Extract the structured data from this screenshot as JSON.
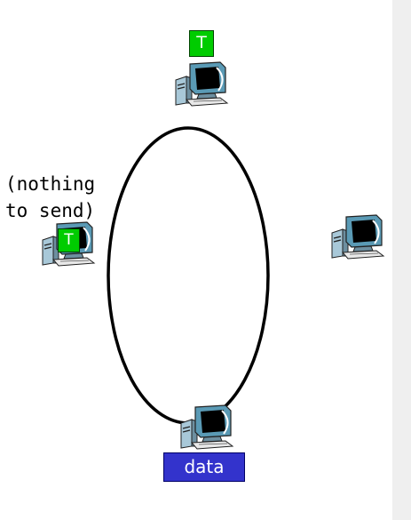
{
  "tokens": {
    "top": "T",
    "left": "T"
  },
  "note": {
    "text": "(nothing\nto send)"
  },
  "data_frame": {
    "label": "data"
  },
  "colors": {
    "token_fill": "#00cc00",
    "data_fill": "#3333cc",
    "ring_stroke": "#000000",
    "monitor_bezel": "#5a9ab5",
    "monitor_screen": "#000000",
    "computer_case": "#a8c8d8",
    "keyboard": "#e8e8e8",
    "margin": "#efefef"
  },
  "icons": {
    "computer": "desktop-computer-icon"
  }
}
